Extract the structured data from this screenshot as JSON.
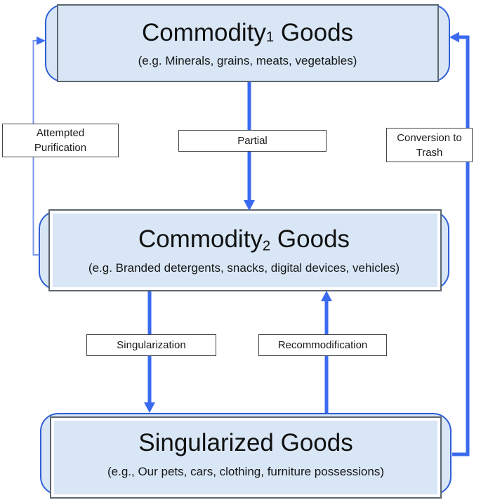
{
  "diagram": {
    "boxes": [
      {
        "name": "commodity1",
        "title_main": "Commodity",
        "title_sub": "1",
        "title_rest": " Goods",
        "caption": "(e.g. Minerals, grains, meats, vegetables)"
      },
      {
        "name": "commodity2",
        "title_main": "Commodity",
        "title_sub": "2",
        "title_rest": " Goods",
        "caption": "(e.g. Branded detergents, snacks, digital devices, vehicles)"
      },
      {
        "name": "singularized",
        "title_main": "Singularized",
        "title_sub": "",
        "title_rest": " Goods",
        "caption": "(e.g., Our pets, cars, clothing, furniture possessions)"
      }
    ],
    "labels": {
      "attempted_purification": "Attempted Purification",
      "partial": "Partial",
      "conversion_to_trash": "Conversion to Trash",
      "singularization": "Singularization",
      "recommodification": "Recommodification"
    },
    "colors": {
      "box_fill": "#d8e6f6",
      "box_border": "#2f5fd6",
      "inner_border": "#5d6770",
      "arrow": "#3a6af0",
      "thin_line": "#7b97ea",
      "label_border": "#3f454b"
    }
  }
}
